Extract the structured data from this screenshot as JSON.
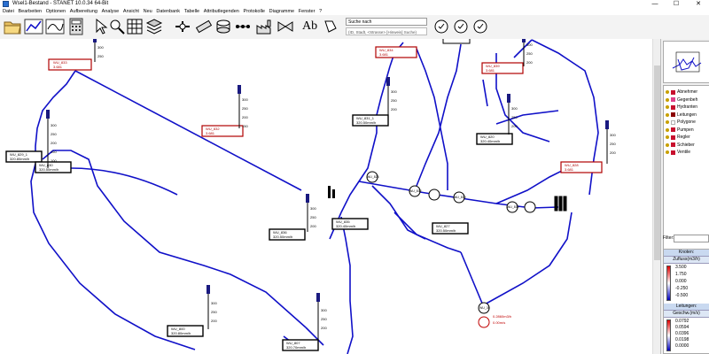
{
  "window": {
    "title": "Wsel1-Bestand - STANET 10.0.34 64-Bit",
    "minimize": "—",
    "maximize": "☐",
    "close": "✕"
  },
  "menu": [
    "Datei",
    "Bearbeiten",
    "Optionen",
    "Aufbereitung",
    "Analyse",
    "Ansicht",
    "Neu",
    "Datenbank",
    "Tabelle",
    "Attributlegenden",
    "Protokolle",
    "Diagramme",
    "Fenster",
    "?"
  ],
  "toolbar": {
    "text_tool_label": "Ab",
    "search_label": "Suche nach",
    "search_hint": "(ID, Stadt, <Strasse> [Hinweis] Suche)"
  },
  "layers": [
    {
      "label": "Abnehmer",
      "color": "#c8102e"
    },
    {
      "label": "Gegenbeh",
      "color": "#e0408a"
    },
    {
      "label": "Hydranten",
      "color": "#c8102e"
    },
    {
      "label": "Leitungen",
      "color": "#8b0000"
    },
    {
      "label": "Polygone",
      "color": "#b0b0b0"
    },
    {
      "label": "Pumpen",
      "color": "#c8102e"
    },
    {
      "label": "Regler",
      "color": "#c8102e"
    },
    {
      "label": "Schieber",
      "color": "#c8102e"
    },
    {
      "label": "Ventile",
      "color": "#c8102e"
    }
  ],
  "filter_label": "Filter:",
  "legend": {
    "knoten_title": "Knoten:",
    "knoten_subtitle": "Zufluss(m3/h)",
    "knoten_values": [
      "3.500",
      "1.750",
      "0.000",
      "-0.250",
      "-0.500"
    ],
    "leitungen_title": "Leitungen:",
    "leitungen_subtitle": "Geschw.(m/s)",
    "leitungen_values": [
      "0.0792",
      "0.0594",
      "0.0396",
      "0.0198",
      "0.0000"
    ]
  },
  "map": {
    "pipe_color": "#1010c8",
    "box_red": "#b00000",
    "boxes_black": [
      {
        "label": "WU_829_1",
        "value": "320.80mm/h"
      },
      {
        "label": "WU_830",
        "value": "320.50mm/h"
      },
      {
        "label": "WU_831_1",
        "value": "320.50mm/h"
      },
      {
        "label": "WU_820",
        "value": "320.40mm/h"
      },
      {
        "label": "WU_836",
        "value": "320.50mm/h"
      },
      {
        "label": "WU_835",
        "value": "320.40mm/h"
      },
      {
        "label": "WU_827",
        "value": "320.50mm/h"
      },
      {
        "label": "WU_800",
        "value": "320.80mm/h"
      },
      {
        "label": "WU_807",
        "value": "320.70mm/h"
      }
    ],
    "boxes_red": [
      {
        "label": "WU_833",
        "value": "3.681"
      },
      {
        "label": "WU_834",
        "value": "3.681"
      },
      {
        "label": "WU_839",
        "value": "3.681"
      },
      {
        "label": "WU_832",
        "value": "3.681"
      },
      {
        "label": "WU_828",
        "value": "3.681"
      }
    ],
    "scale_ticks": [
      "300",
      "250",
      "200",
      "150",
      "100",
      "50"
    ],
    "node_labels": [
      "WU_832",
      "WU_830",
      "WU_830",
      "WU_826",
      "WU_30"
    ],
    "flow_label": "0.2860m3/h",
    "flow_label2": "0.00m/s"
  }
}
